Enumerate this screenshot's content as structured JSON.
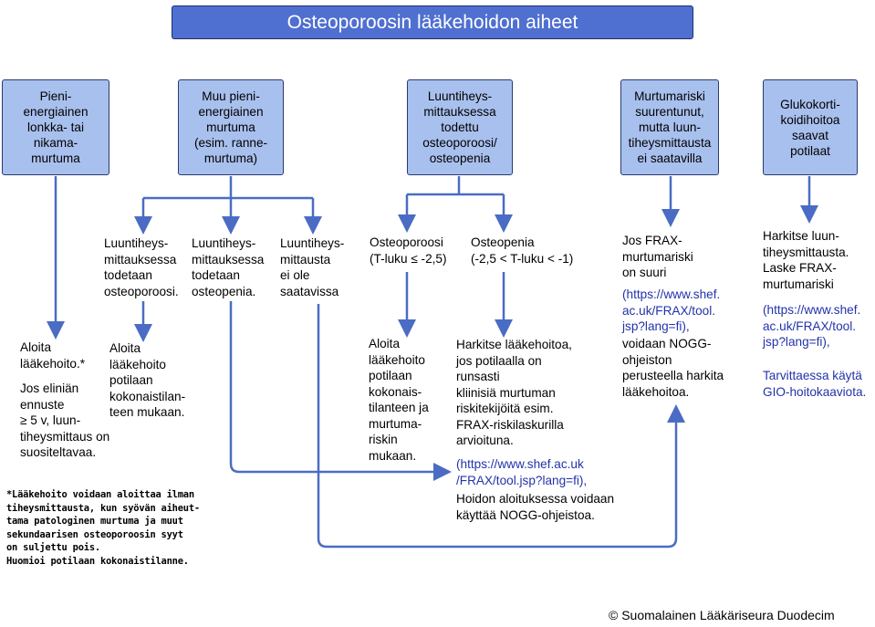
{
  "title": "Osteoporoosin lääkehoidon aiheet",
  "boxes": {
    "b1": "Pieni-\nenergiainen\nlonkka- tai\nnikama-\nmurtuma",
    "b2": "Muu pieni-\nenergiainen\nmurtuma\n(esim. ranne-\nmurtuma)",
    "b3": "Luuntiheys-\nmittauksessa\ntodettu\nosteoporoosi/\nosteopenia",
    "b4": "Murtumariski\nsuurentunut,\nmutta luun-\ntiheysmittausta\nei saatavilla",
    "b5": "Glukokorti-\nkoidihoitoa\nsaavat\npotilaat"
  },
  "texts": {
    "t_b2_a": "Luuntiheys-\nmittauksessa\ntodetaan\nosteoporoosi.",
    "t_b2_b": "Luuntiheys-\nmittauksessa\ntodetaan\nosteopenia.",
    "t_b2_c": "Luuntiheys-\nmittausta\nei ole\nsaatavissa",
    "t_b3_a": "Osteoporoosi\n(T-luku ≤ -2,5)",
    "t_b3_b": "Osteopenia\n(-2,5 < T-luku < -1)",
    "t_b1_res": "Aloita\nlääkehoito.*",
    "t_b1_res2": "Jos eliniän\nennuste\n≥ 5 v, luun-\ntiheysmittaus on\nsuositeltavaa.",
    "t_b2a_res": "Aloita\nlääkehoito\npotilaan\nkokonaistilan-\nteen mukaan.",
    "t_b3a_res": "Aloita\nlääkehoito\npotilaan\nkokonais-\ntilanteen ja\nmurtuma-\nriskin\nmukaan.",
    "t_mid_1": "Harkitse lääkehoitoa,\njos potilaalla on\nrunsasti\nkliinisiä murtuman\nriskitekijöitä esim.\nFRAX-riskilaskurilla\narvioituna.",
    "t_mid_link": "(https://www.shef.ac.uk\n/FRAX/tool.jsp?lang=fi),",
    "t_mid_2": "Hoidon aloituksessa voidaan\nkäyttää NOGG-ohjeistoa.",
    "t_b4_1": "Jos FRAX-\nmurtumariski\non suuri",
    "t_b4_link": "(https://www.shef.\nac.uk/FRAX/tool.\njsp?lang=fi),",
    "t_b4_2": "voidaan NOGG-\nohjeiston\nperusteella harkita\nlääkehoitoa.",
    "t_b5_1": "Harkitse luun-\ntiheysmittausta.\nLaske FRAX-\nmurtumariski",
    "t_b5_link": "(https://www.shef.\nac.uk/FRAX/tool.\njsp?lang=fi),",
    "t_b5_2": "Tarvittaessa käytä\nGIO-hoitokaaviota."
  },
  "footnote": "*Lääkehoito voidaan aloittaa ilman\ntiheysmittausta, kun syövän aiheut-\ntama patologinen murtuma ja muut\nsekundaarisen osteoporoosin syyt\non suljettu pois.\nHuomioi potilaan kokonaistilanne.",
  "copyright": "© Suomalainen Lääkäriseura Duodecim",
  "colors": {
    "box_fill": "#a8c0ee",
    "title_fill": "#4f6fd1",
    "connector": "#4a6cc4",
    "link_text": "#2233aa"
  }
}
